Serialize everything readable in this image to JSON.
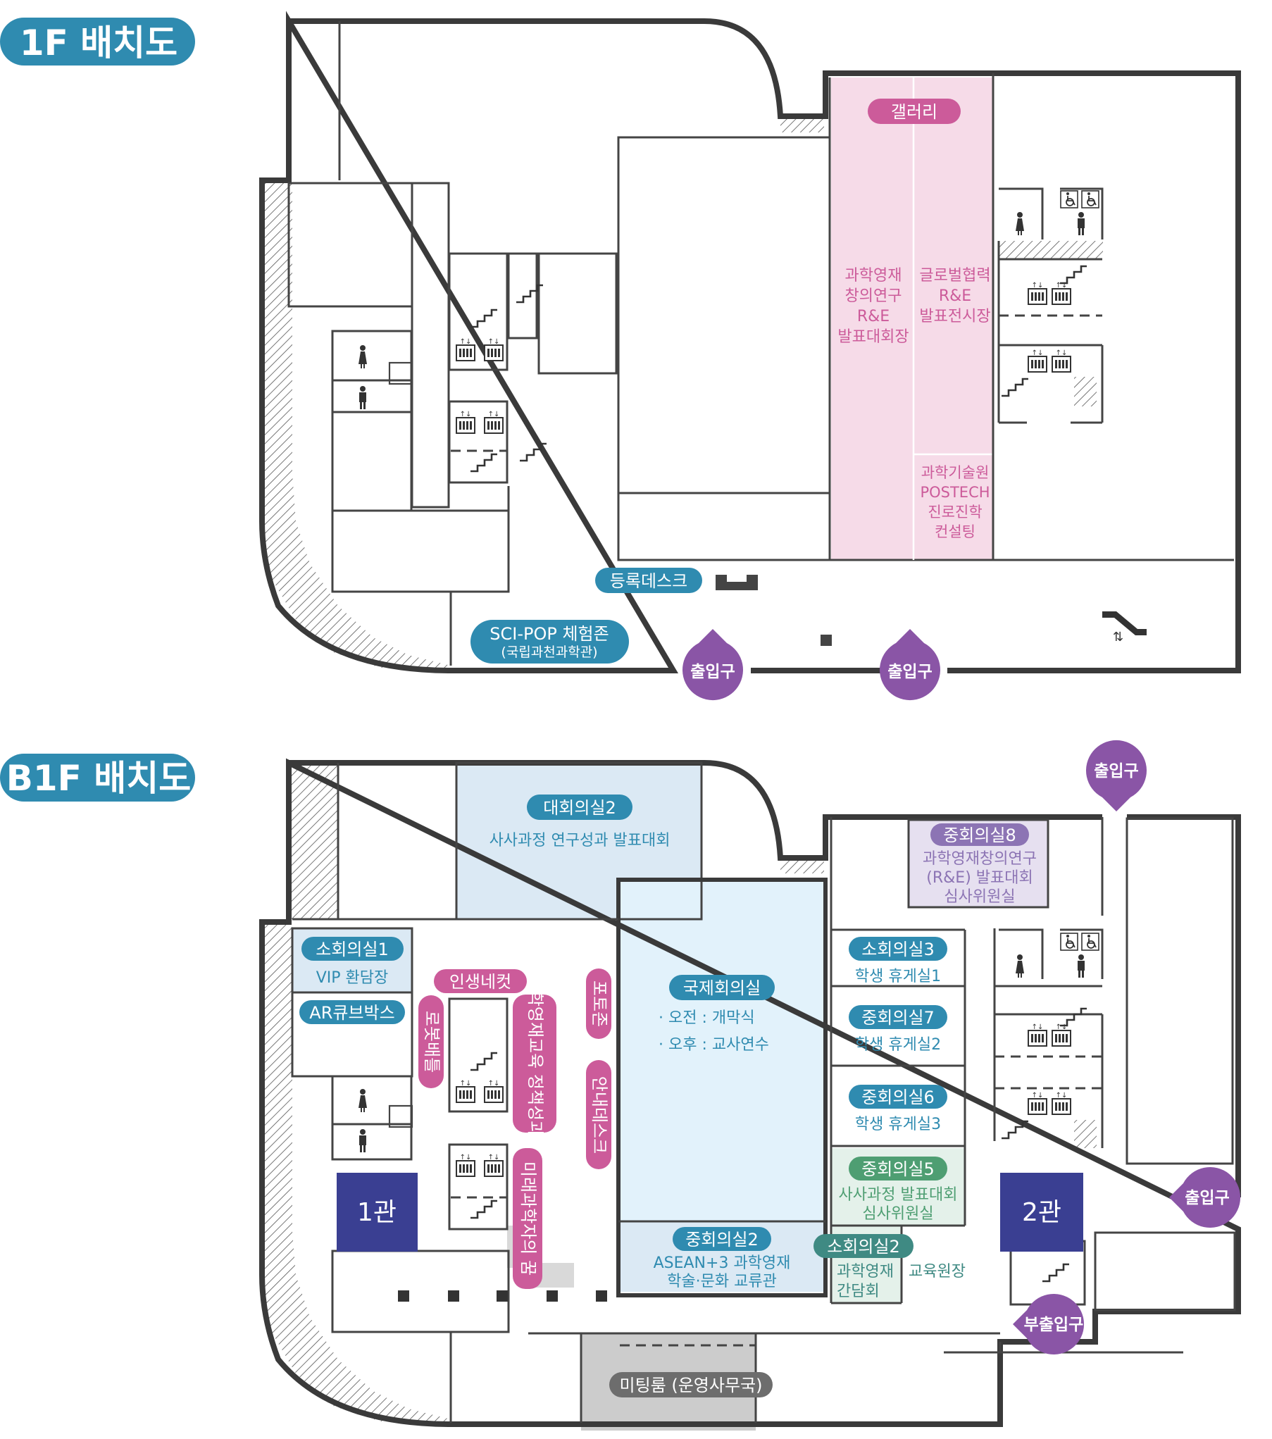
{
  "colors": {
    "teal": "#2f8bb0",
    "magenta": "#cc5b9a",
    "purple": "#8a55a6",
    "lavender": "#8c74b4",
    "green": "#4e9e72",
    "dark_teal": "#3f8a83",
    "navy": "#3a3f92",
    "gray": "#6d6d6d",
    "gallery_fill": "#f6dbe8",
    "hall_fill": "#e2f2fb",
    "light_blue": "#dbe9f4",
    "light_green": "#e4f1ea",
    "light_lavender": "#e6e0f0"
  },
  "floor1": {
    "title": "1F 배치도",
    "gallery": "갤러리",
    "gallery_left": [
      "과학영재",
      "창의연구",
      "R&E",
      "발표대회장"
    ],
    "gallery_right": [
      "글로벌협력",
      "R&E",
      "발표전시장"
    ],
    "gallery_bottom": [
      "과학기술원",
      "POSTECH",
      "진로진학",
      "컨설팅"
    ],
    "registration_desk": "등록데스크",
    "scipop_title": "SCI-POP 체험존",
    "scipop_sub": "(국립과천과학관)",
    "entrance_1": "출입구",
    "entrance_2": "출입구"
  },
  "floor_b1": {
    "title": "B1F 배치도",
    "conference2": "대회의실2",
    "conference2_desc": "사사과정 연구성과 발표대회",
    "small1": "소회의실1",
    "small1_desc": "VIP 환담장",
    "ar_cube": "AR큐브박스",
    "life_four_cut": "인생네컷",
    "robot_battle": "로봇배틀",
    "policy_hall": "과학영재교육 정책성과관",
    "photo_zone": "포토존",
    "info_desk": "안내데스크",
    "future_scientist": "미래과학자의 꿈",
    "international": "국제회의실",
    "intl_morning": "· 오전 : 개막식",
    "intl_afternoon": "· 오후 : 교사연수",
    "medium2": "중회의실2",
    "medium2_desc": [
      "ASEAN+3 과학영재",
      "학술·문화 교류관"
    ],
    "medium8": "중회의실8",
    "medium8_desc": [
      "과학영재창의연구",
      "(R&E) 발표대회",
      "심사위원실"
    ],
    "small3": "소회의실3",
    "small3_desc": "학생 휴게실1",
    "medium7": "중회의실7",
    "medium7_desc": "학생 휴게실2",
    "medium6": "중회의실6",
    "medium6_desc": "학생 휴게실3",
    "medium5": "중회의실5",
    "medium5_desc": [
      "사사과정 발표대회",
      "심사위원실"
    ],
    "small2": "소회의실2",
    "small2_desc": [
      "과학영재",
      "간담회"
    ],
    "training_room": "교육원장",
    "building1": "1관",
    "building2": "2관",
    "meeting_room": "미팅룸 (운영사무국)",
    "entrance_top": "출입구",
    "entrance_right": "출입구",
    "side_entrance": "부출입구"
  }
}
